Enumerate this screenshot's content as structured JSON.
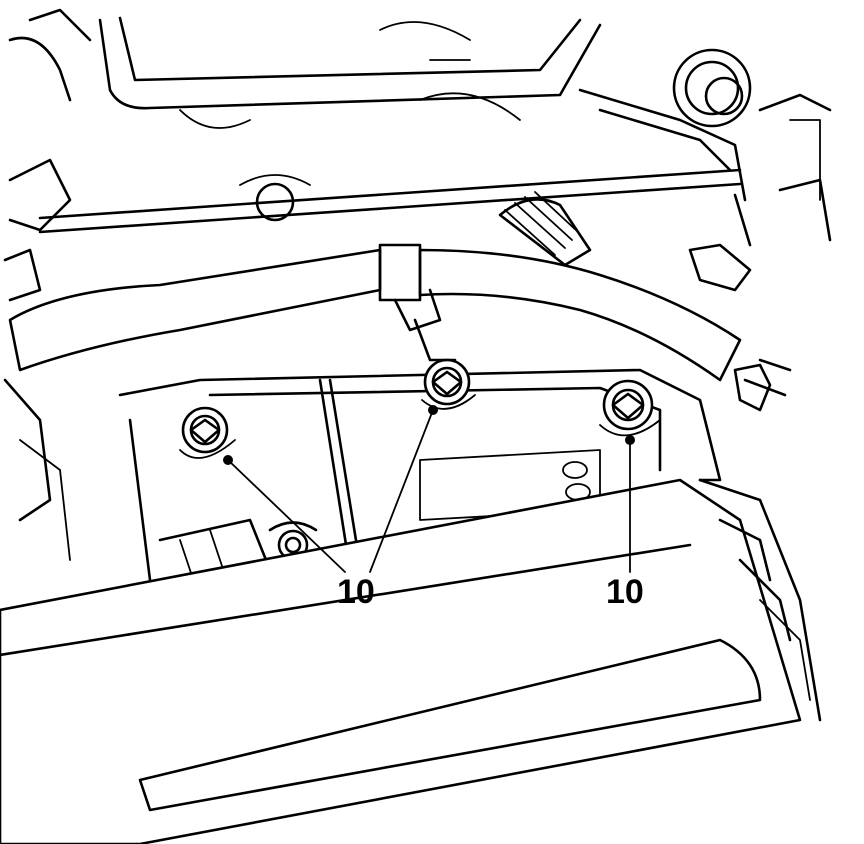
{
  "figure": {
    "callouts": [
      {
        "id": "left-bolt",
        "label": "10"
      },
      {
        "id": "middle-bolt",
        "label": "10"
      },
      {
        "id": "right-bolt",
        "label": "10"
      }
    ],
    "text_labels": [
      "10",
      "10"
    ]
  },
  "style": {
    "line_color": "#000000",
    "background": "#ffffff"
  }
}
